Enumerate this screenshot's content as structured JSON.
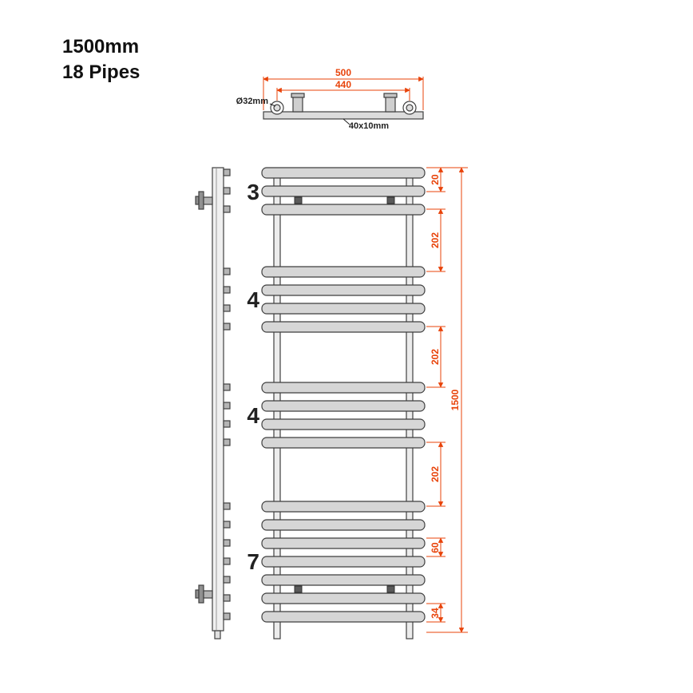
{
  "title": {
    "size": "1500mm",
    "pipes": "18 Pipes"
  },
  "top_view": {
    "overall_width": "500",
    "pipe_centres_width": "440",
    "rail_diameter": "Ø32mm",
    "bar_section": "40x10mm"
  },
  "front_view": {
    "groups": [
      {
        "label": "3"
      },
      {
        "label": "4"
      },
      {
        "label": "4"
      },
      {
        "label": "7"
      }
    ],
    "dims": {
      "top_gap": "20",
      "section1": "202",
      "section2": "202",
      "section3": "202",
      "pipe_pitch": "60",
      "bottom_gap": "34",
      "overall_height": "1500"
    }
  },
  "colors": {
    "dimension_accent": "#e8430a",
    "outline": "#3f3f3f",
    "pipe_fill": "#d6d6d6"
  }
}
